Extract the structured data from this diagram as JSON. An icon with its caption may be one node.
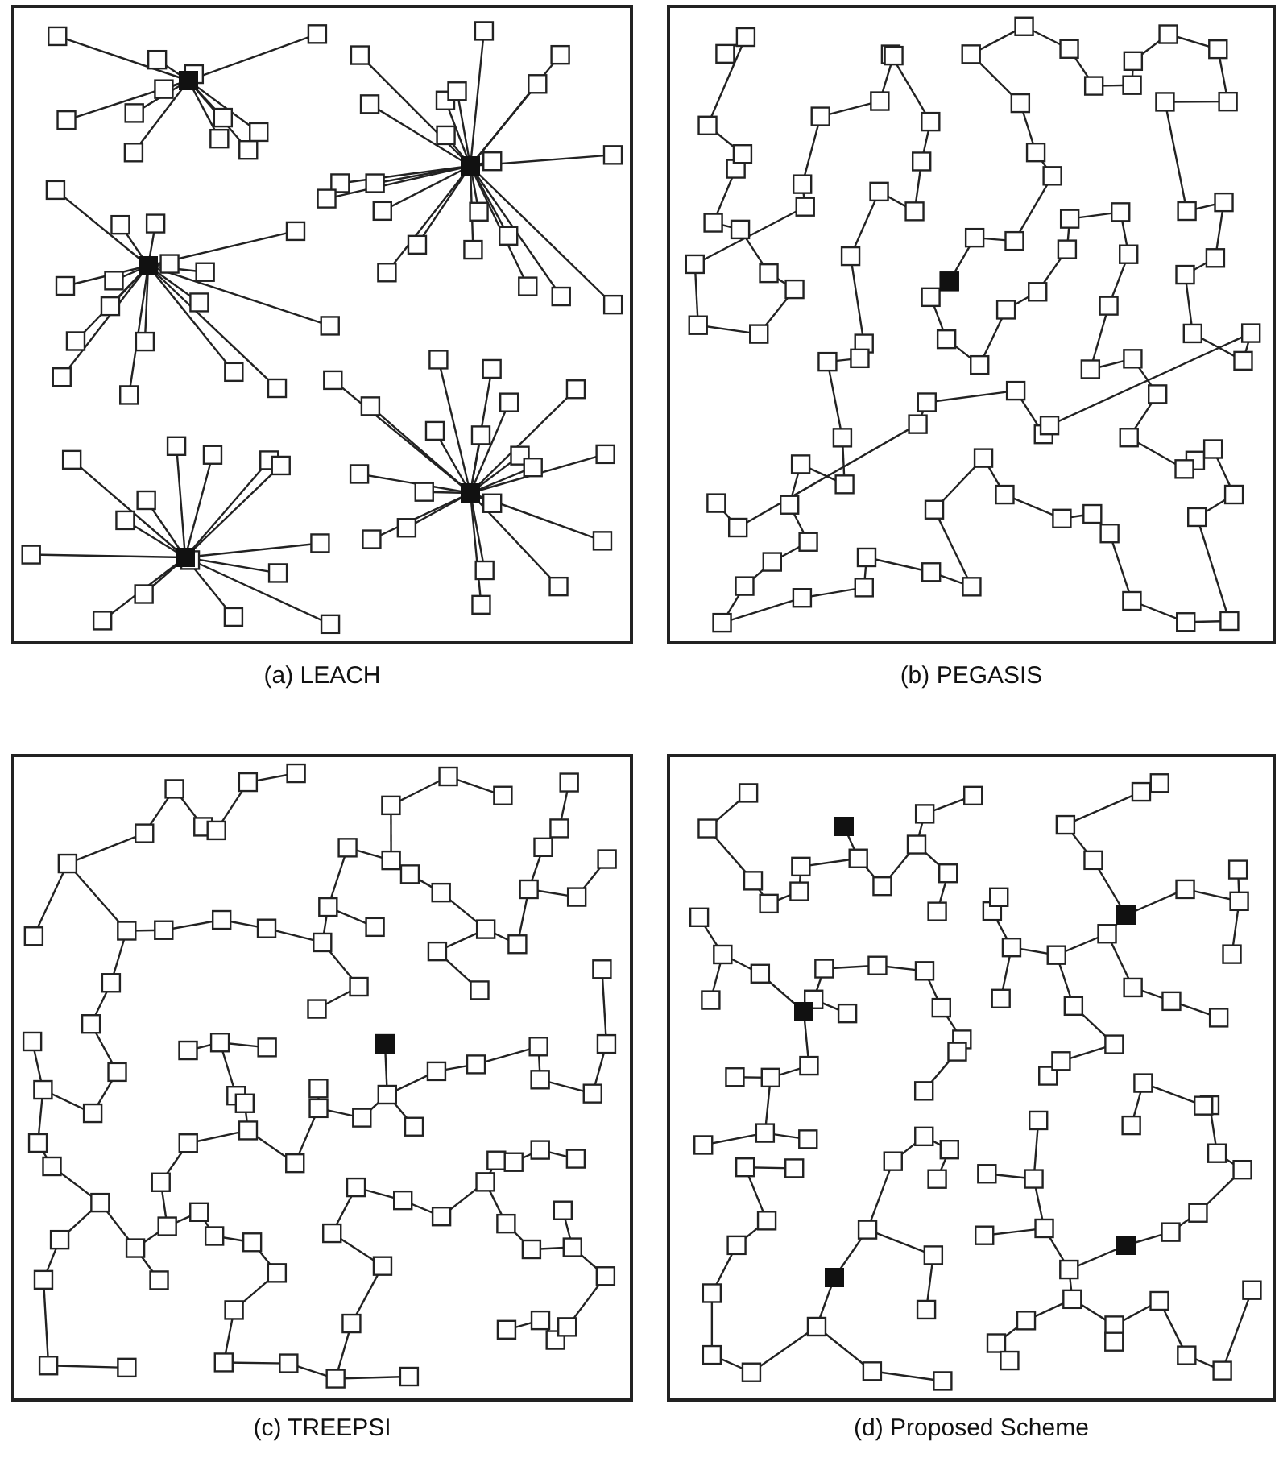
{
  "diagram": {
    "nodes": [
      {
        "text": [
          "(a) LEACH"
        ]
      },
      {
        "text": [
          "(b) PEGASIS"
        ]
      },
      {
        "text": [
          "(c) TREEPSI"
        ]
      },
      {
        "text": [
          "(d) Proposed Scheme"
        ]
      }
    ]
  }
}
